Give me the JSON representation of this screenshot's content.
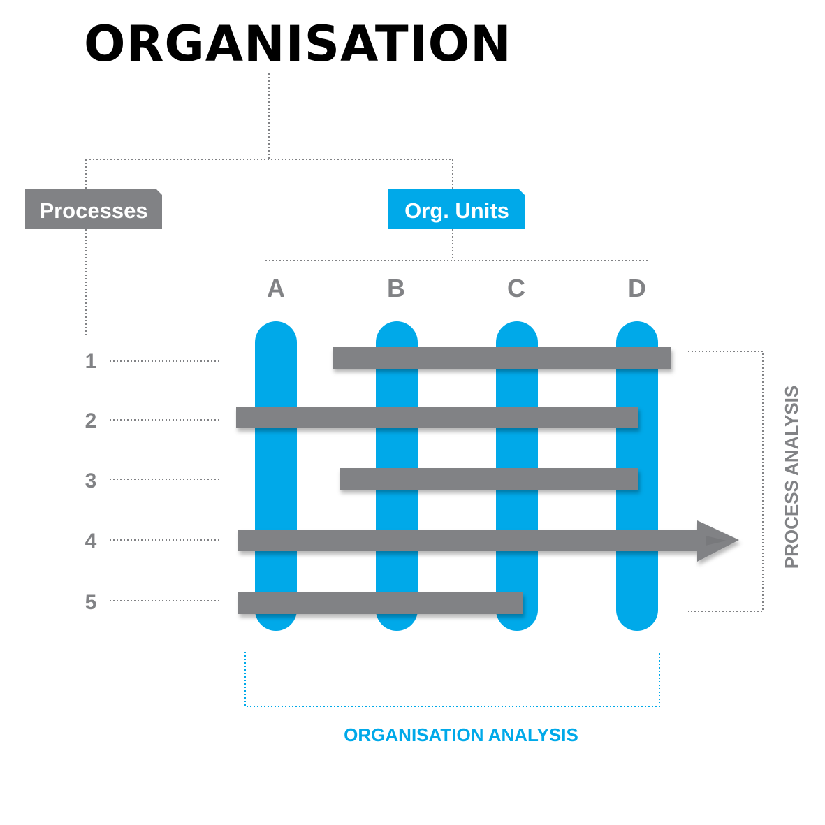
{
  "title": "ORGANISATION",
  "processes_label": "Processes",
  "org_units_label": "Org. Units",
  "columns": [
    {
      "label": "A"
    },
    {
      "label": "B"
    },
    {
      "label": "C"
    },
    {
      "label": "D"
    }
  ],
  "rows": [
    {
      "label": "1",
      "spans_units": [
        "B",
        "C",
        "D"
      ]
    },
    {
      "label": "2",
      "spans_units": [
        "A",
        "B",
        "C",
        "D"
      ]
    },
    {
      "label": "3",
      "spans_units": [
        "B",
        "C",
        "D"
      ]
    },
    {
      "label": "4",
      "spans_units": [
        "A",
        "B",
        "C",
        "D"
      ]
    },
    {
      "label": "5",
      "spans_units": [
        "A",
        "B",
        "C"
      ]
    }
  ],
  "process_analysis_label": "PROCESS ANALYSIS",
  "organisation_analysis_label": "ORGANISATION ANALYSIS",
  "colors": {
    "blue": "#00a9e9",
    "gray": "#818285",
    "black": "#000000"
  }
}
